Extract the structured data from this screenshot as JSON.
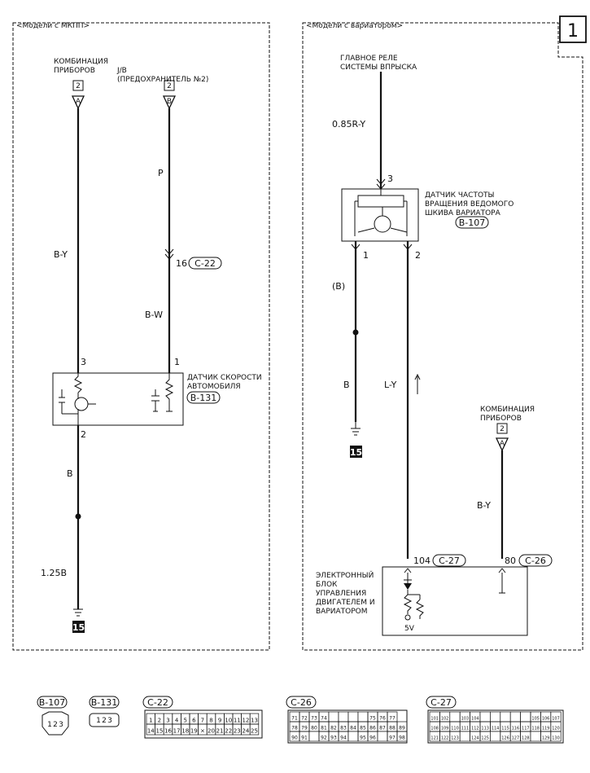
{
  "page_number": "1",
  "left_panel": {
    "title": "<Модели с МКПП>",
    "combo_label_1": "КОМБИНАЦИЯ",
    "combo_label_2": "ПРИБОРОВ",
    "jb_label_1": "J/B",
    "jb_label_2": "(ПРЕДОХРАНИТЕЛЬ №2)",
    "conn_num_a": "2",
    "conn_num_b": "2",
    "pin_a": "A",
    "pin_b": "B",
    "wire_by": "B-Y",
    "wire_p": "P",
    "pin_16": "16",
    "conn_c22": "C-22",
    "wire_bw": "B-W",
    "pin_3": "3",
    "pin_1": "1",
    "pin_2": "2",
    "sensor_label_1": "ДАТЧИК СКОРОСТИ",
    "sensor_label_2": "АВТОМОБИЛЯ",
    "conn_b131": "B-131",
    "wire_b": "B",
    "wire_125b": "1.25B",
    "ground_ref": "15"
  },
  "right_panel": {
    "title": "<Модели с вариатором>",
    "relay_label_1": "ГЛАВНОЕ РЕЛЕ",
    "relay_label_2": "СИСТЕМЫ ВПРЫСКА",
    "wire_085ry": "0.85R-Y",
    "pin_3": "3",
    "sensor_label_1": "ДАТЧИК ЧАСТОТЫ",
    "sensor_label_2": "ВРАЩЕНИЯ ВЕДОМОГО",
    "sensor_label_3": "ШКИВА ВАРИАТОРА",
    "conn_b107": "B-107",
    "pin_1": "1",
    "pin_2": "2",
    "wire_paren_b": "(B)",
    "wire_b": "B",
    "wire_ly": "L-Y",
    "ground_ref": "15",
    "combo_label_1": "КОМБИНАЦИЯ",
    "combo_label_2": "ПРИБОРОВ",
    "conn_num_a": "2",
    "pin_a": "A",
    "wire_by": "B-Y",
    "pin_104": "104",
    "conn_c27": "C-27",
    "pin_80": "80",
    "conn_c26": "C-26",
    "ecu_label_1": "ЭЛЕКТРОННЫЙ",
    "ecu_label_2": "БЛОК",
    "ecu_label_3": "УПРАВЛЕНИЯ",
    "ecu_label_4": "ДВИГАТЕЛЕМ И",
    "ecu_label_5": "ВАРИАТОРОМ",
    "volt": "5V"
  },
  "connectors": {
    "b107": {
      "label": "B-107",
      "pins": [
        "1",
        "2",
        "3"
      ]
    },
    "b131": {
      "label": "B-131",
      "pins": [
        "1",
        "2",
        "3"
      ]
    },
    "c22": {
      "label": "C-22",
      "row1": [
        "1",
        "2",
        "3",
        "4",
        "5",
        "6",
        "7",
        "8",
        "9",
        "10",
        "11",
        "12",
        "13"
      ],
      "row2": [
        "14",
        "15",
        "16",
        "17",
        "18",
        "19",
        "×",
        "20",
        "21",
        "22",
        "23",
        "24",
        "25"
      ]
    },
    "c26": {
      "label": "C-26",
      "row1": [
        "71",
        "72",
        "73",
        "74",
        "",
        "",
        "",
        "",
        "75",
        "76",
        "77"
      ],
      "row2": [
        "78",
        "79",
        "80",
        "81",
        "82",
        "83",
        "84",
        "85",
        "86",
        "87",
        "88",
        "89"
      ],
      "row3": [
        "90",
        "91",
        "",
        "92",
        "93",
        "94",
        "",
        "95",
        "96",
        "",
        "97",
        "98"
      ]
    },
    "c27": {
      "label": "C-27",
      "row1": [
        "101",
        "102",
        "",
        "103",
        "104",
        "",
        "",
        "",
        "",
        "",
        "105",
        "106",
        "107"
      ],
      "row2": [
        "108",
        "109",
        "110",
        "111",
        "112",
        "113",
        "114",
        "115",
        "116",
        "117",
        "118",
        "119",
        "120"
      ],
      "row3": [
        "121",
        "122",
        "123",
        "",
        "124",
        "125",
        "",
        "126",
        "127",
        "128",
        "",
        "129",
        "130"
      ]
    }
  }
}
